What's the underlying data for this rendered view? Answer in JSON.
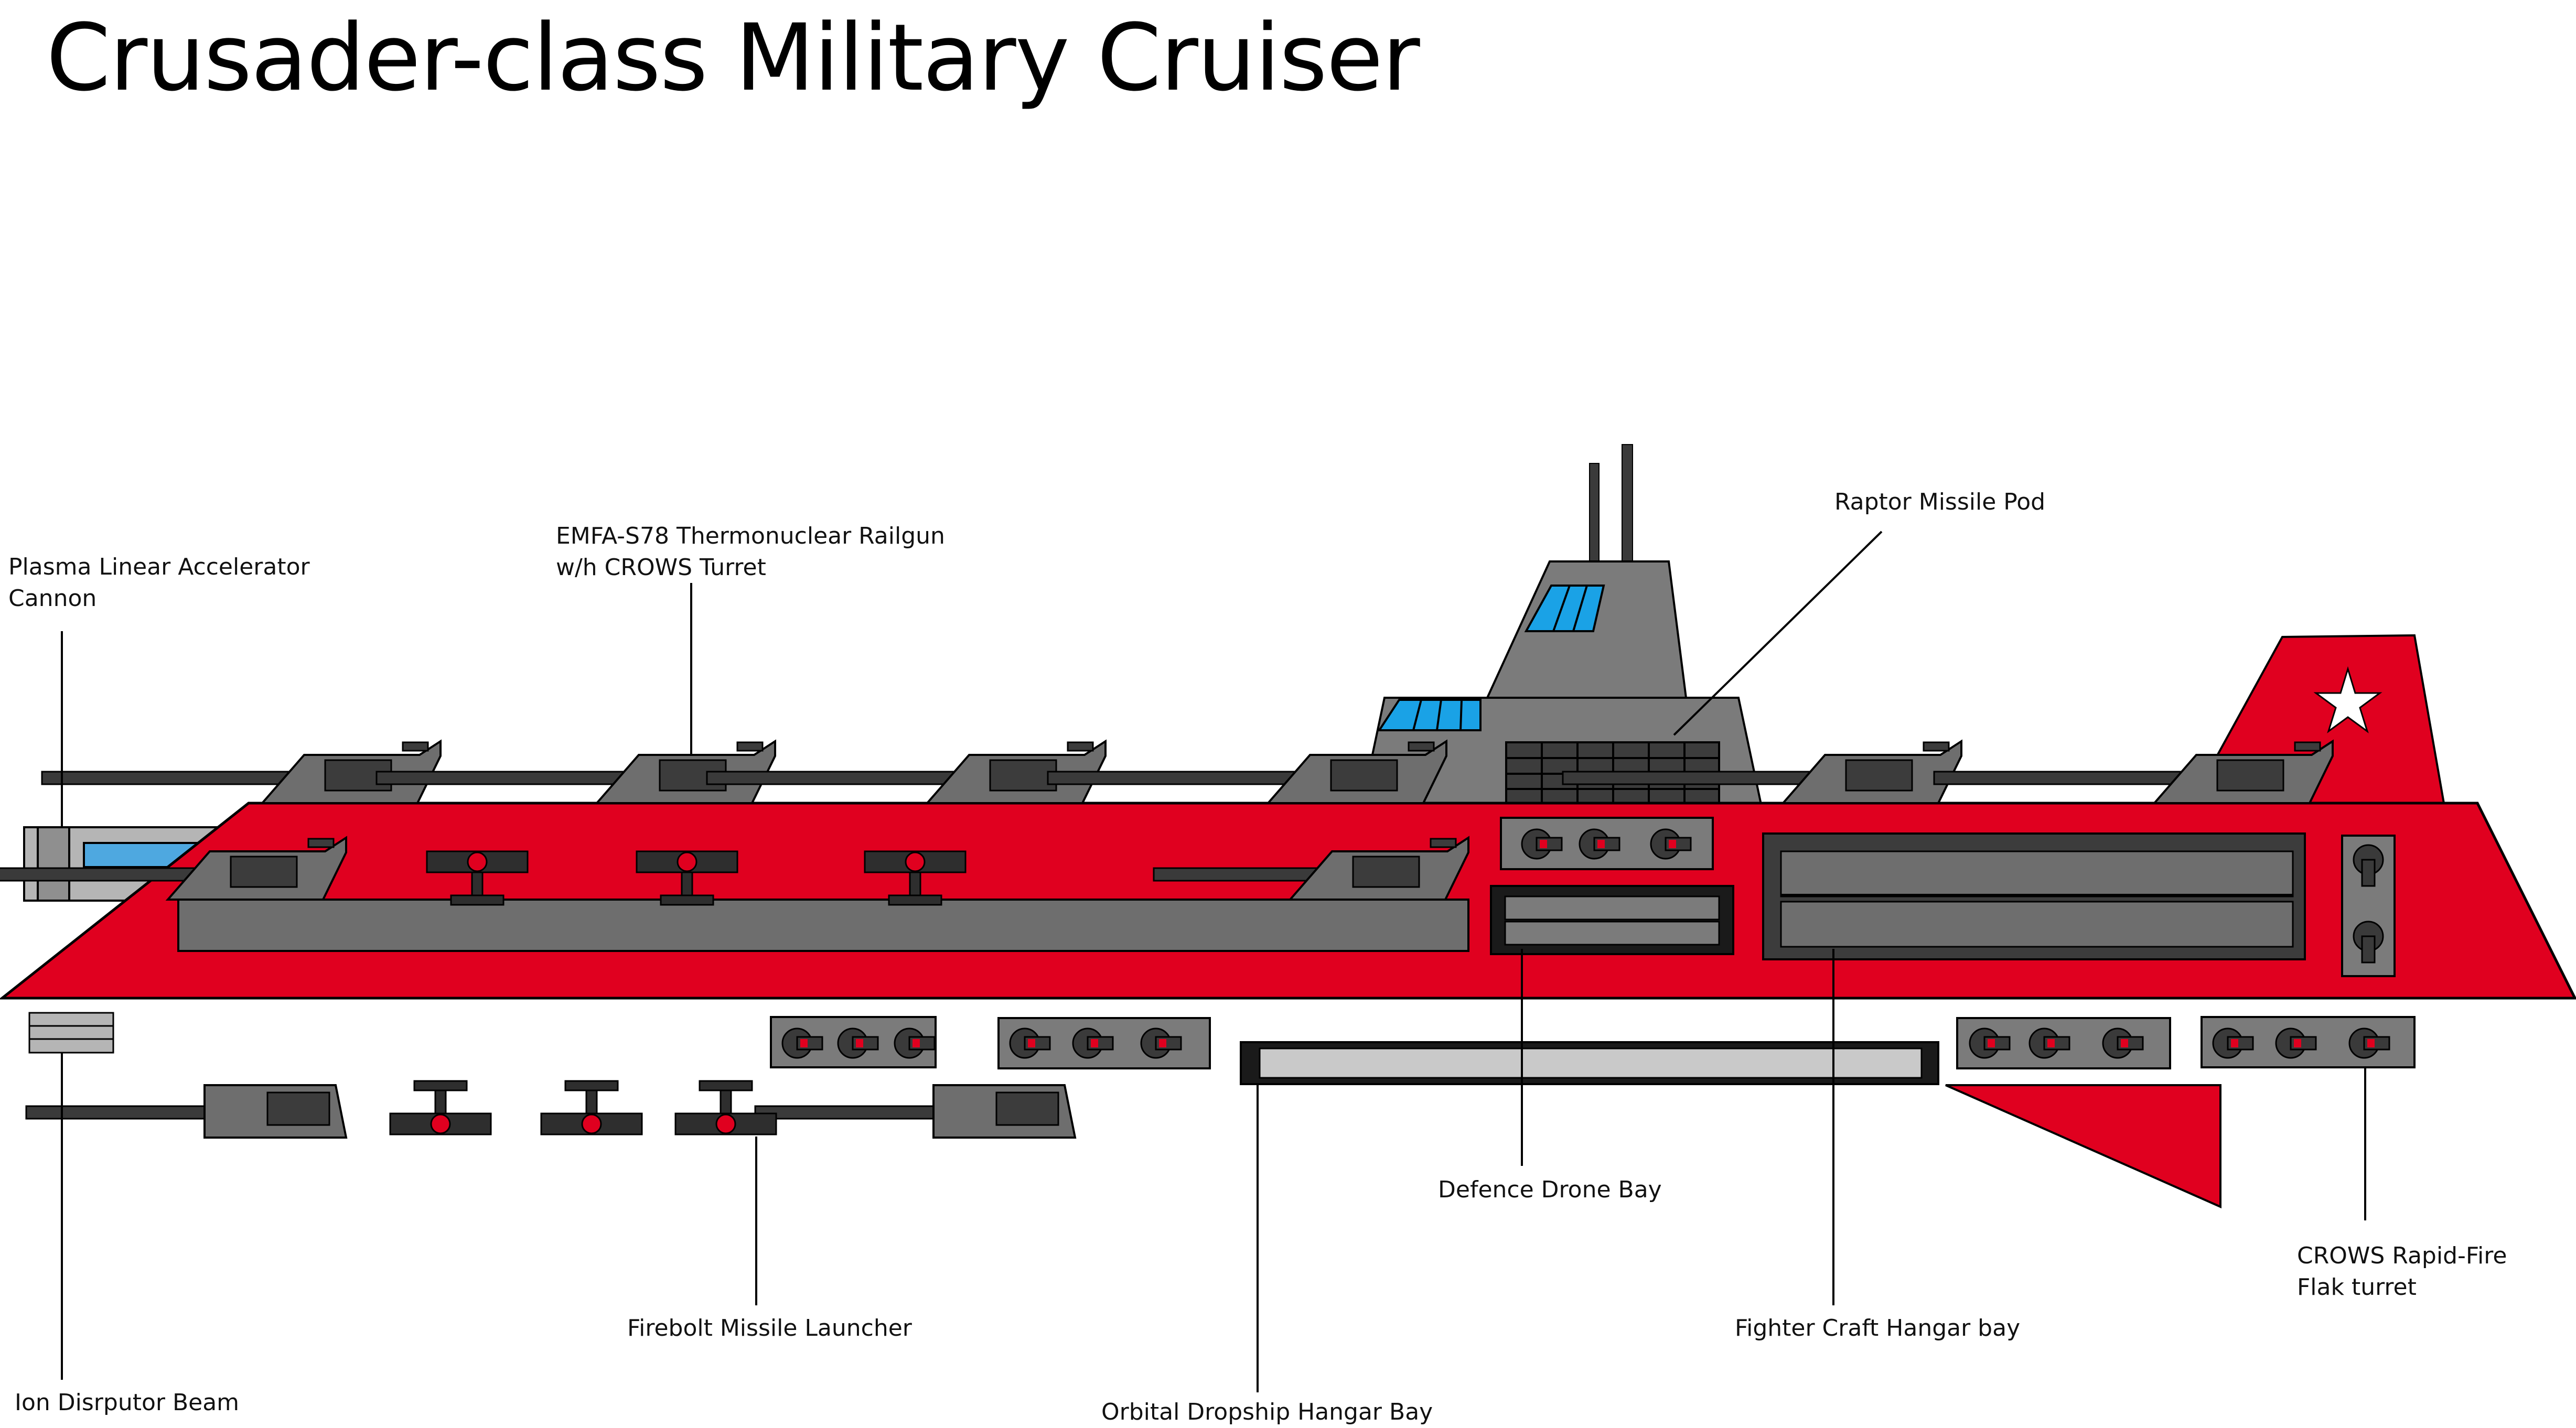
{
  "title": "Crusader-class Military Cruiser",
  "labels": {
    "plasma_cannon": "Plasma Linear Accelerator\nCannon",
    "railgun": "EMFA-S78 Thermonuclear Railgun\nw/h CROWS Turret",
    "raptor_pod": "Raptor Missile Pod",
    "ion_beam": "Ion Disrputor Beam",
    "firebolt": "Firebolt Missile Launcher",
    "dropship_bay": "Orbital Dropship Hangar Bay",
    "drone_bay": "Defence Drone Bay",
    "fighter_bay": "Fighter Craft Hangar bay",
    "flak_turret": "CROWS Rapid-Fire\nFlak turret"
  },
  "colors": {
    "hull_red": "#e0001f",
    "hull_dark": "#3c3c3c",
    "panel_grey": "#6e6e6e",
    "tower_grey": "#7b7b7b",
    "window_blue": "#1aa2e6",
    "pale_blue": "#4ea8e0",
    "bay_light": "#c9c9c9",
    "star_white": "#ffffff"
  }
}
